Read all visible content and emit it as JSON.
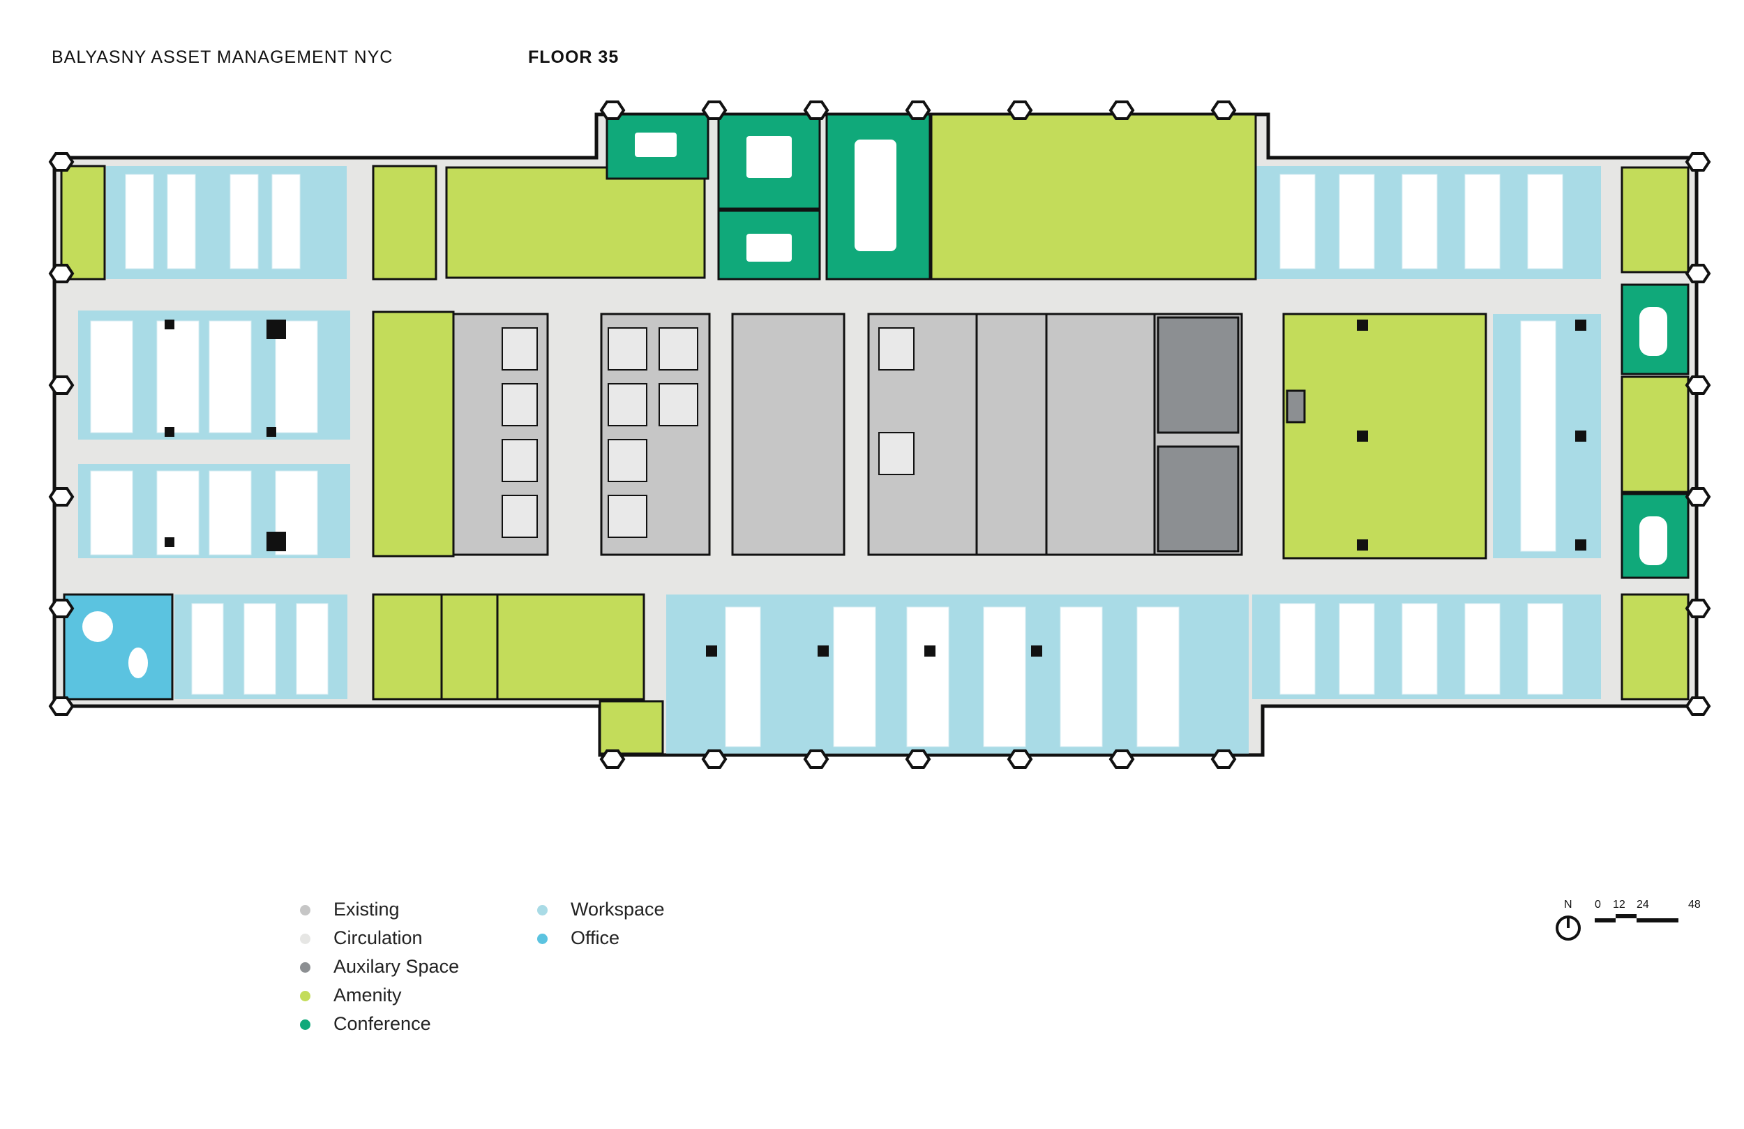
{
  "header": {
    "firm": "BALYASNY ASSET MANAGEMENT NYC",
    "floor": "FLOOR 35"
  },
  "legend": [
    {
      "label": "Existing",
      "color": "#c6c6c6"
    },
    {
      "label": "Circulation",
      "color": "#e6e6e4"
    },
    {
      "label": "Auxilary Space",
      "color": "#8c8f92"
    },
    {
      "label": "Amenity",
      "color": "#c3dc5a"
    },
    {
      "label": "Conference",
      "color": "#10a97a"
    },
    {
      "label": "Workspace",
      "color": "#a9dbe6"
    },
    {
      "label": "Office",
      "color": "#5bc3e0"
    }
  ],
  "scale": {
    "north": "N",
    "ticks": [
      "0",
      "12",
      "24",
      "48"
    ]
  }
}
